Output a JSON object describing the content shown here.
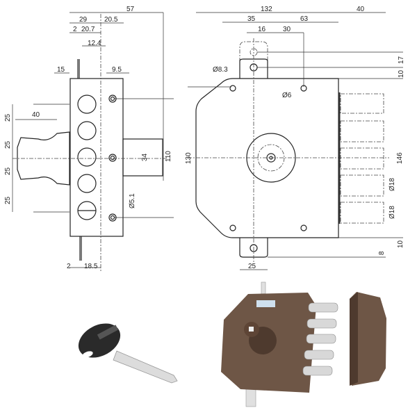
{
  "drawing": {
    "side_view_dims": {
      "d57": "57",
      "d29": "29",
      "d20_5": "20.5",
      "d2_top": "2",
      "d20_7": "20.7",
      "d12_4": "12.4",
      "d15": "15",
      "d9_5": "9.5",
      "d40": "40",
      "d25_a": "25",
      "d25_b": "25",
      "d25_c": "25",
      "d25_d": "25",
      "d34": "34",
      "d110": "110",
      "d5_1": "Ø5.1",
      "d2_bottom": "2",
      "d18_5": "18.5"
    },
    "front_view_dims": {
      "d132": "132",
      "d40": "40",
      "d35": "35",
      "d63": "63",
      "d16": "16",
      "d30": "30",
      "d8_3": "Ø8.3",
      "d6": "Ø6",
      "d17": "17",
      "d10_top": "10",
      "d130": "130",
      "d146": "146",
      "d18_a": "Ø18",
      "d18_b": "Ø18",
      "d8": "8",
      "d10_bottom": "10",
      "d25": "25"
    }
  },
  "colors": {
    "lock_body": "#6e5646",
    "bolt": "#d8d8d8",
    "key_head": "#2a2a2a",
    "key_blade": "#dcdcdc"
  }
}
